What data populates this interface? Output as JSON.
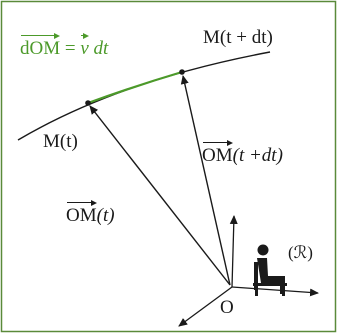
{
  "labels": {
    "dom_eq": "dOM = v⃗ dt",
    "dom_vec": "dOM",
    "eq_rest": " = ",
    "v_vec": "v",
    "dt": " dt",
    "m_t_dt": "M(t + dt)",
    "m_t": "M(t)",
    "om_vec": "OM",
    "om_t_dt_arg": "(t +dt)",
    "om_t_arg": "(t)",
    "frame": "(ℛ)",
    "origin": "O"
  },
  "colors": {
    "ink": "#1a1a1a",
    "green": "#4c9a2a",
    "border": "#5a8a3a"
  }
}
